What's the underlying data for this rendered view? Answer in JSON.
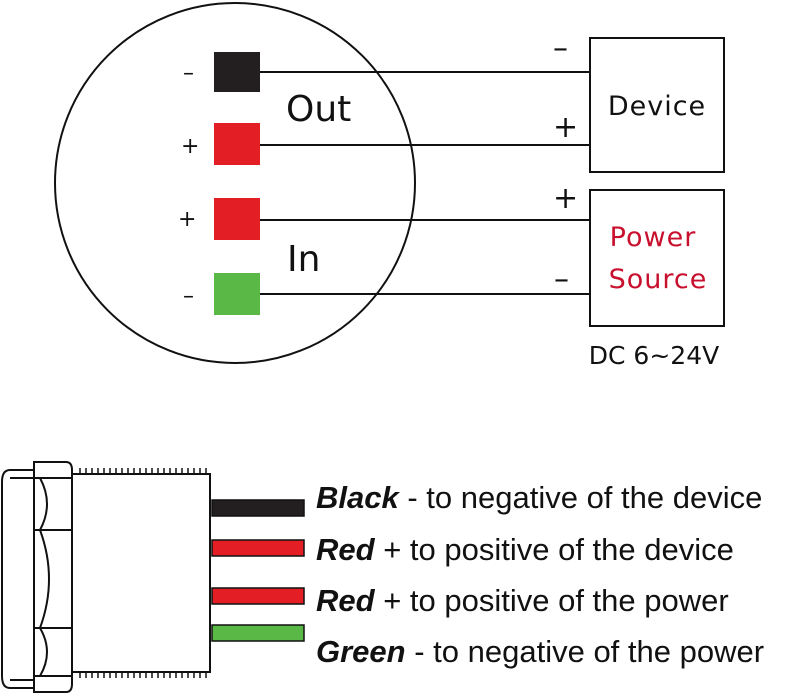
{
  "labels": {
    "out": "Out",
    "in": "In"
  },
  "pin_signs": [
    "–",
    "+",
    "+",
    "–"
  ],
  "box_signs": [
    "–",
    "+",
    "+",
    "–"
  ],
  "device_box": {
    "label": "Device"
  },
  "power_box": {
    "line1": "Power",
    "line2": "Source"
  },
  "voltage": "DC 6~24V",
  "legend": [
    {
      "color_name": "Black",
      "rest": " - to negative of the device"
    },
    {
      "color_name": "Red",
      "rest": " + to positive of the device"
    },
    {
      "color_name": "Red",
      "rest": " + to positive of the power"
    },
    {
      "color_name": "Green",
      "rest": " - to negative of the power"
    }
  ],
  "colors": {
    "black_wire": "#231f20",
    "red_wire": "#e31e24",
    "green_wire": "#5ab847",
    "power_text": "#c8102e"
  }
}
